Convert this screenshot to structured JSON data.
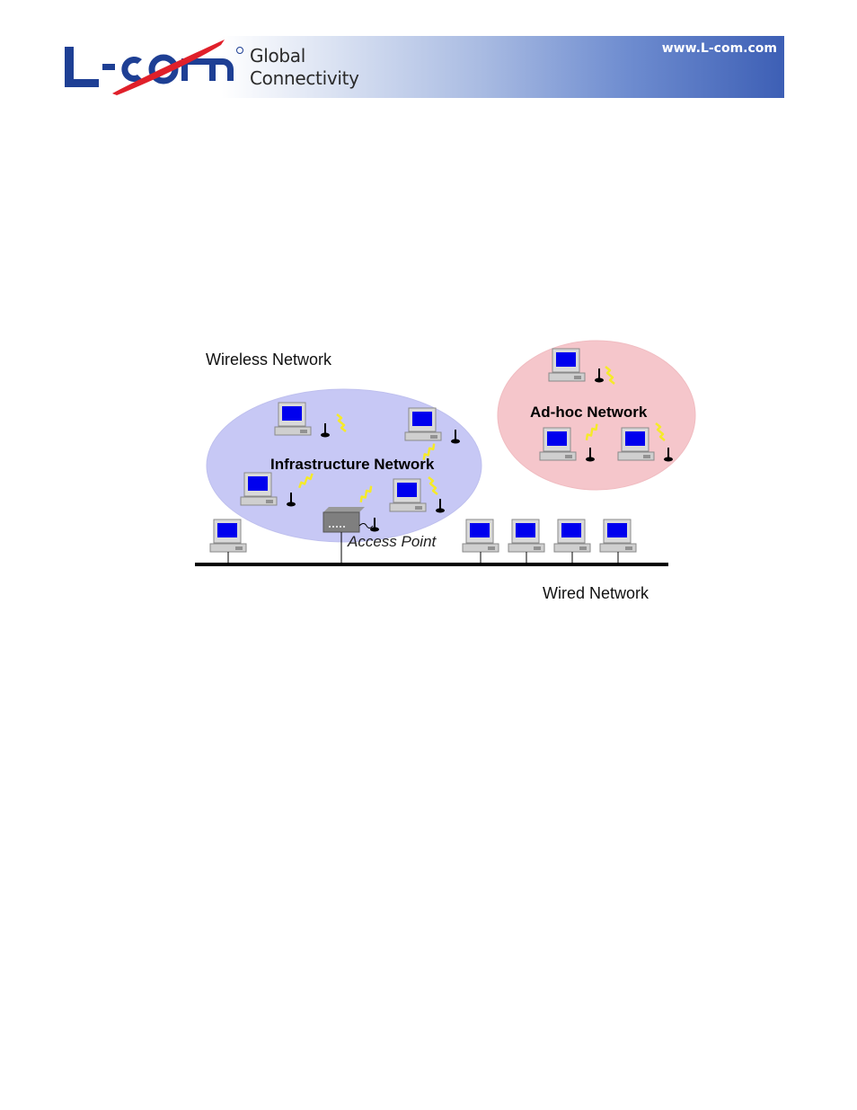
{
  "header": {
    "logo_text": "L-com",
    "tagline_line1": "Global",
    "tagline_line2": "Connectivity",
    "url": "www.L-com.com"
  },
  "diagram": {
    "wireless_label": "Wireless Network",
    "infrastructure_label": "Infrastructure Network",
    "adhoc_label": "Ad-hoc Network",
    "access_point_label": "Access Point",
    "wired_label": "Wired Network"
  },
  "colors": {
    "infrastructure_fill": "#c7c8f5",
    "adhoc_fill": "#f5c6cb",
    "screen": "#0000ee",
    "signal": "#f5ea2a",
    "logo_blue": "#1e3f94",
    "logo_red": "#e0202a"
  }
}
